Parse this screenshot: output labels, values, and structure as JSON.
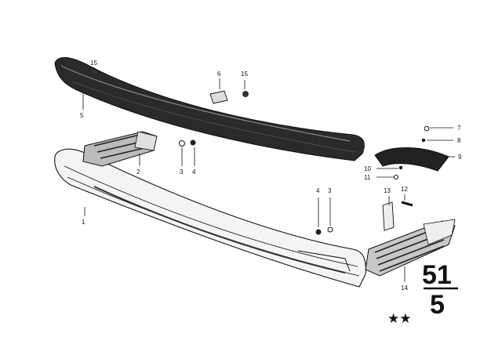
{
  "callouts": {
    "c1": "1",
    "c2": "2",
    "c3a": "3",
    "c4a": "4",
    "c5": "5",
    "c6": "6",
    "c7": "7",
    "c8": "8",
    "c9": "9",
    "c10": "10",
    "c11": "11",
    "c12": "12",
    "c13": "13",
    "c14": "14",
    "c15a": "15",
    "c15b": "15",
    "c4b": "4",
    "c3b": "3"
  },
  "group_number": {
    "top": "51",
    "bottom": "5"
  },
  "stars": "★★"
}
